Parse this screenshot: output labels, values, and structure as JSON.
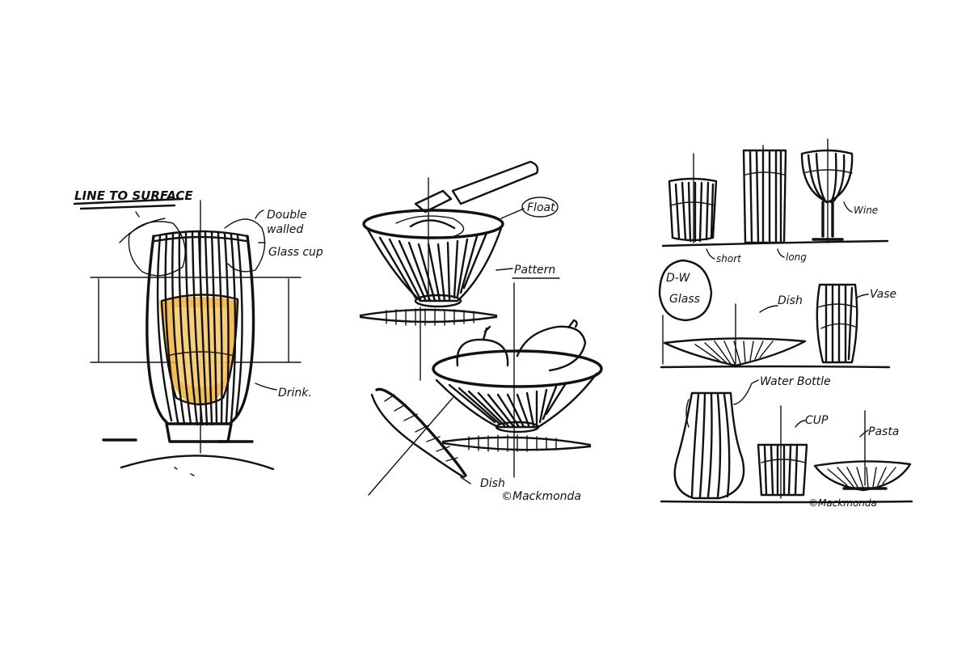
{
  "colors": {
    "ink": "#111111",
    "drink_fill": "#f2b23a",
    "paper": "#ffffff"
  },
  "sketch1": {
    "heading": "LINE TO SURFACE",
    "note_double_walled_1": "Double",
    "note_double_walled_2": "walled",
    "note_glass_cup": "Glass cup",
    "note_drink": "Drink."
  },
  "sketch2": {
    "note_float": "Float",
    "note_pattern": "Pattern",
    "note_dish": "Dish",
    "signature": "©Mackmonda"
  },
  "sketch3": {
    "note_wine": "Wine",
    "note_short": "short",
    "note_long": "long",
    "note_dw_1": "D-W",
    "note_dw_2": "Glass",
    "note_dish": "Dish",
    "note_vase": "Vase",
    "note_water_bottle": "Water Bottle",
    "note_cup": "CUP",
    "note_pasta": "Pasta",
    "signature": "©Mackmonda"
  }
}
